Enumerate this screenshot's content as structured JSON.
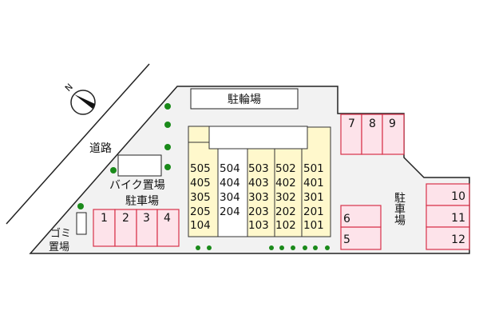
{
  "labels": {
    "road": "道路",
    "bicycle_parking": "駐輪場",
    "motorbike_parking": "バイク置場",
    "parking_left": "駐車場",
    "parking_right": "駐車場",
    "garbage_line1": "ゴミ",
    "garbage_line2": "置場",
    "compass": "N"
  },
  "parking_spaces": [
    "1",
    "2",
    "3",
    "4",
    "5",
    "6",
    "7",
    "8",
    "9",
    "10",
    "11",
    "12"
  ],
  "units": {
    "col_505": [
      "505",
      "405",
      "305",
      "205",
      "104"
    ],
    "col_504": [
      "504",
      "404",
      "304",
      "204"
    ],
    "col_503": [
      "503",
      "403",
      "303",
      "203",
      "103"
    ],
    "col_502": [
      "502",
      "402",
      "302",
      "202",
      "102"
    ],
    "col_501": [
      "501",
      "401",
      "301",
      "201",
      "101"
    ]
  },
  "colors": {
    "site": "#f2f2f2",
    "building": "#fff8cc",
    "parking_fill": "#fde3ea",
    "parking_stroke": "#d8324a",
    "tree": "#1a8a1a"
  }
}
